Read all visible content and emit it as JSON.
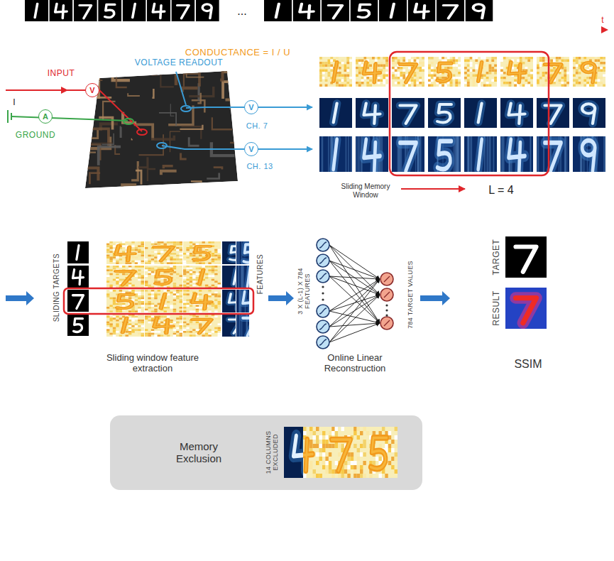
{
  "diagram": {
    "nodes": [
      {
        "text": [
          "V"
        ]
      },
      {
        "text": [
          "A"
        ]
      },
      {
        "text": [
          "V"
        ]
      },
      {
        "text": [
          "V"
        ]
      },
      {
        "text": [
          "Memory Exclusion",
          "14 COLUMNS EXCLUDED"
        ]
      }
    ],
    "labels": [
      "...",
      "t",
      "CONDUCTANCE = I / U",
      "INPUT",
      "VOLTAGE READOUT",
      "I",
      "GROUND",
      "CH. 7",
      "CH. 13",
      "Sliding Memory Window",
      "L = 4",
      "SLIDING TARGETS",
      "FEATURES",
      "Sliding window feature extraction",
      "3 X (L-1) X 784 FEATURES",
      "784 TARGET VALUES",
      "Online Linear Reconstruction",
      "TARGET",
      "RESULT",
      "SSIM"
    ]
  }
}
